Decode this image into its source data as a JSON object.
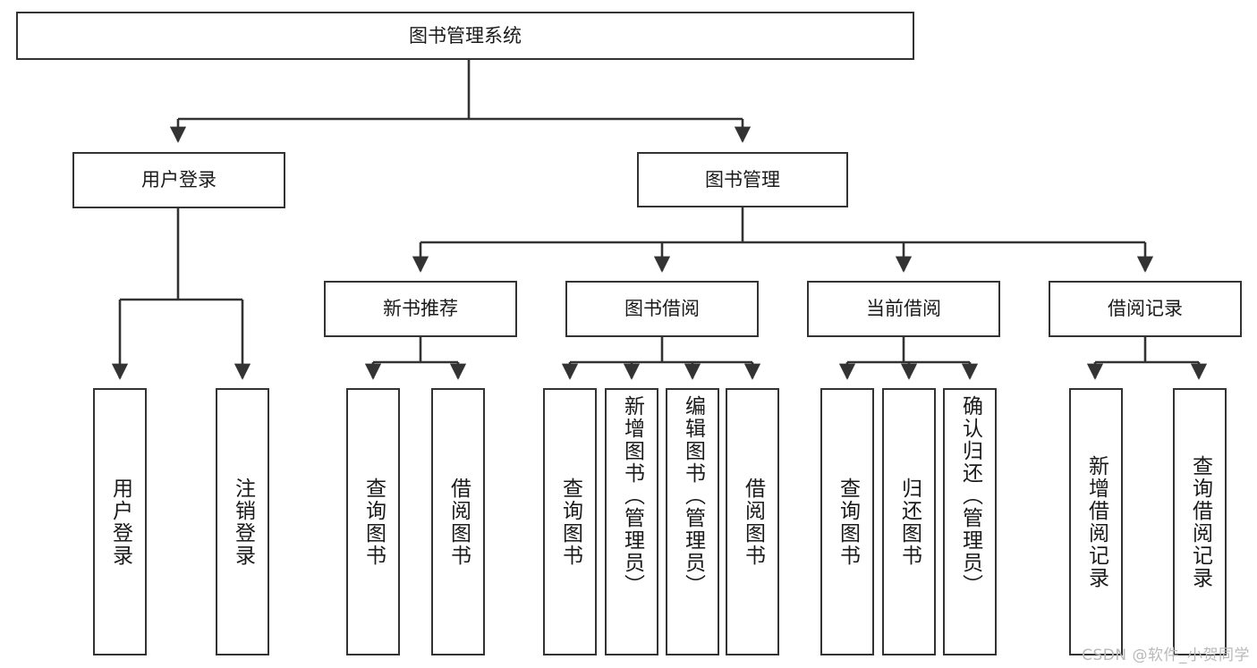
{
  "diagram": {
    "type": "tree-hierarchy",
    "title_node": {
      "id": "root",
      "label": "图书管理系统"
    },
    "level2": [
      {
        "id": "login",
        "label": "用户登录"
      },
      {
        "id": "bookmgmt",
        "label": "图书管理"
      }
    ],
    "level3": [
      {
        "id": "newbook",
        "label": "新书推荐"
      },
      {
        "id": "borrow",
        "label": "图书借阅"
      },
      {
        "id": "current",
        "label": "当前借阅"
      },
      {
        "id": "records",
        "label": "借阅记录"
      }
    ],
    "leaves": [
      {
        "id": "leaf-user-login",
        "label": "用户登录",
        "parent": "login"
      },
      {
        "id": "leaf-user-logout",
        "label": "注销登录",
        "parent": "login"
      },
      {
        "id": "leaf-newbook-query",
        "label": "查询图书",
        "parent": "newbook"
      },
      {
        "id": "leaf-newbook-borrow",
        "label": "借阅图书",
        "parent": "newbook"
      },
      {
        "id": "leaf-borrow-query",
        "label": "查询图书",
        "parent": "borrow"
      },
      {
        "id": "leaf-borrow-add",
        "label": "新增图书（管理员）",
        "parent": "borrow"
      },
      {
        "id": "leaf-borrow-edit",
        "label": "编辑图书（管理员）",
        "parent": "borrow"
      },
      {
        "id": "leaf-borrow-lend",
        "label": "借阅图书",
        "parent": "borrow"
      },
      {
        "id": "leaf-current-query",
        "label": "查询图书",
        "parent": "current"
      },
      {
        "id": "leaf-current-return",
        "label": "归还图书",
        "parent": "current"
      },
      {
        "id": "leaf-current-confirm",
        "label": "确认归还（管理员）",
        "parent": "current"
      },
      {
        "id": "leaf-records-add",
        "label": "新增借阅记录",
        "parent": "records"
      },
      {
        "id": "leaf-records-query",
        "label": "查询借阅记录",
        "parent": "records"
      }
    ]
  },
  "watermark": {
    "text": "CSDN @软件_小贺同学"
  },
  "colors": {
    "stroke": "#333333",
    "fill": "#ffffff",
    "text": "#1a1a1a",
    "watermark": "#b9b9b9"
  }
}
